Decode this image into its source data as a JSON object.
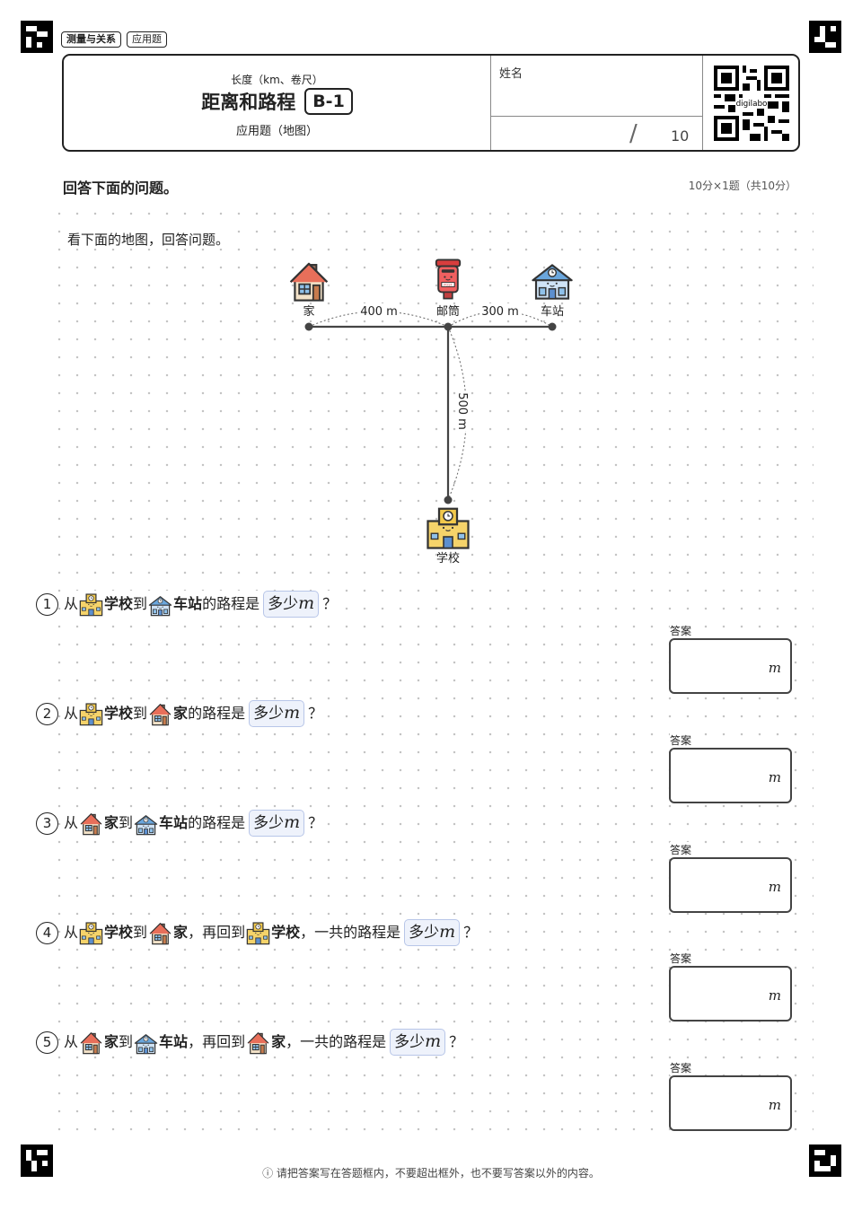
{
  "tags": [
    "测量与关系",
    "应用题"
  ],
  "header": {
    "subtitle": "长度（km、卷尺）",
    "title": "距离和路程",
    "level": "B-1",
    "kind": "应用题（地图）",
    "name_label": "姓名",
    "score_slash": "/",
    "score_total": "10",
    "qr_caption": "digilabo"
  },
  "instruction": "回答下面的问题。",
  "points": "10分×1题（共10分）",
  "lead": "看下面的地图，回答问题。",
  "map": {
    "places": [
      {
        "name": "家",
        "icon": "house-icon"
      },
      {
        "name": "邮筒",
        "icon": "mailbox-icon"
      },
      {
        "name": "车站",
        "icon": "station-icon"
      },
      {
        "name": "学校",
        "icon": "school-icon"
      }
    ],
    "distances": [
      {
        "from": "家",
        "to": "邮筒",
        "label": "400 m"
      },
      {
        "from": "邮筒",
        "to": "车站",
        "label": "300 m"
      },
      {
        "from": "邮筒",
        "to": "学校",
        "label": "500 m"
      }
    ]
  },
  "questions": [
    {
      "num": "1",
      "parts": [
        "从",
        "学校",
        "到",
        "车站",
        "的路程是"
      ]
    },
    {
      "num": "2",
      "parts": [
        "从",
        "学校",
        "到",
        "家",
        "的路程是"
      ]
    },
    {
      "num": "3",
      "parts": [
        "从",
        "家",
        "到",
        "车站",
        "的路程是"
      ]
    },
    {
      "num": "4",
      "parts": [
        "从",
        "学校",
        "到",
        "家",
        "，再回到",
        "学校",
        "，一共的路程是"
      ]
    },
    {
      "num": "5",
      "parts": [
        "从",
        "家",
        "到",
        "车站",
        "，再回到",
        "家",
        "，一共的路程是"
      ]
    }
  ],
  "ask": {
    "text": "多少",
    "unit": "m",
    "qmark": "？"
  },
  "answer": {
    "label": "答案",
    "unit": "m"
  },
  "footer": "ⓘ 请把答案写在答题框内，不要超出框外，也不要写答案以外的内容。",
  "colors": {
    "house": "#e86f5a",
    "mailbox": "#e04848",
    "station": "#6aa6dc",
    "school": "#f2c94c",
    "ask_bg": "#eef2fb"
  }
}
